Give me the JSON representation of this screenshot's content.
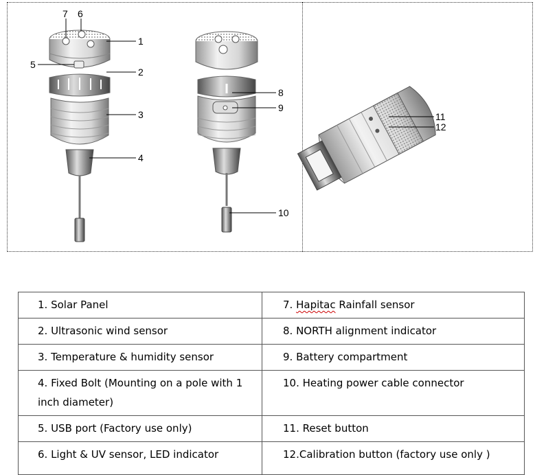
{
  "figure": {
    "callouts": [
      "1",
      "2",
      "3",
      "4",
      "5",
      "6",
      "7",
      "8",
      "9",
      "10",
      "11",
      "12"
    ]
  },
  "legend": {
    "rows": [
      {
        "left": "1. Solar Panel",
        "right_num": "7. ",
        "right_word": "Hapitac",
        "right_rest": " Rainfall sensor"
      },
      {
        "left": "2. Ultrasonic wind sensor",
        "right": "8. NORTH alignment indicator"
      },
      {
        "left": "3. Temperature & humidity sensor",
        "right": "9. Battery compartment"
      },
      {
        "left": "4. Fixed Bolt (Mounting on a pole with 1 inch diameter)",
        "right": "10. Heating power cable connector"
      },
      {
        "left": "5. USB port (Factory use only)",
        "right": "11. Reset button"
      },
      {
        "left": "6. Light & UV sensor, LED indicator",
        "right": "12.Calibration button (factory use only )"
      }
    ]
  }
}
